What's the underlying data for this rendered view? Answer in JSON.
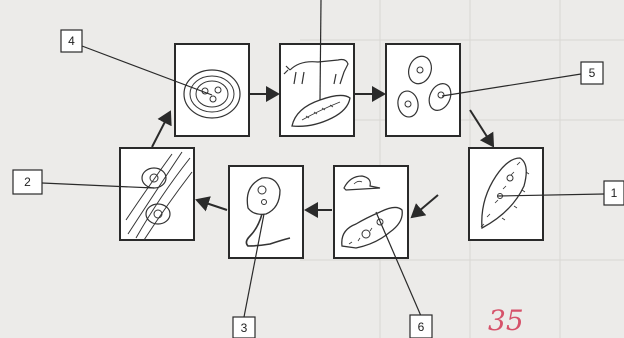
{
  "figure": {
    "labels": [
      "1",
      "2",
      "3",
      "4",
      "5",
      "6"
    ],
    "handwritten_mark": "35",
    "colors": {
      "background": "#ecebe9",
      "ink": "#2a2a2a",
      "panel_fill": "#ffffff",
      "handwriting": "#d6526a"
    }
  }
}
